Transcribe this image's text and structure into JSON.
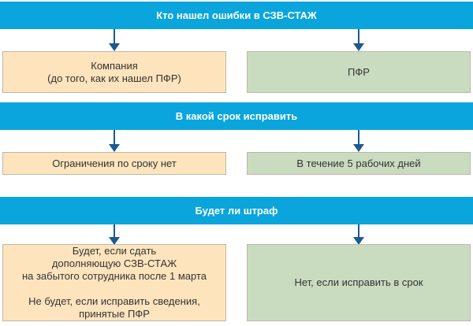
{
  "sections": [
    {
      "title": "Кто нашел ошибки в СЗВ-СТАЖ",
      "left": "Компания\n(до того, как их нашел ПФР)",
      "right": "ПФР"
    },
    {
      "title": "В какой срок исправить",
      "left": "Ограничения по сроку нет",
      "right": "В течение 5 рабочих дней"
    },
    {
      "title": "Будет ли штраф",
      "left": "Будет, если сдать\nдополняющую СЗВ-СТАЖ\nна забытого сотрудника после 1 марта\n\nНе будет, если исправить сведения,\nпринятые ПФР",
      "right": "Нет, если исправить в срок"
    }
  ],
  "colors": {
    "header": "#0aa5dc",
    "left": "#fde4bd",
    "right": "#c9dcc0",
    "arrow": "#1d5a8e"
  }
}
